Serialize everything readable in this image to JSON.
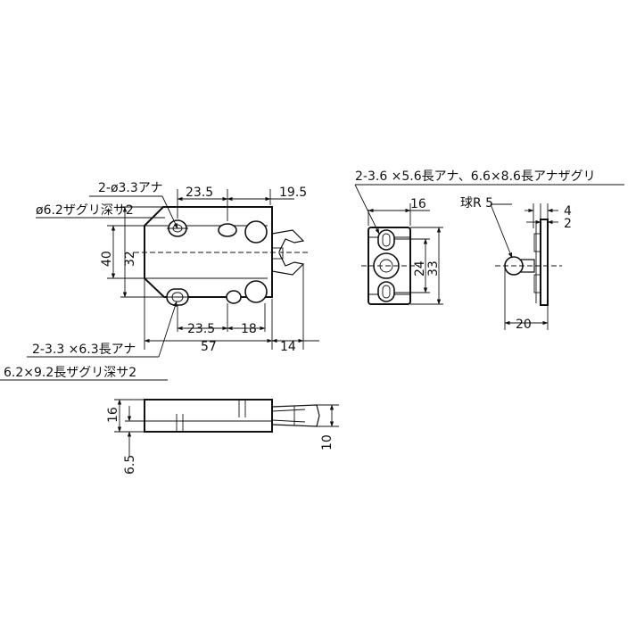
{
  "front_view": {
    "callout_top_1": "2-ø3.3アナ",
    "callout_top_2": "ø6.2ザグリ深サ2",
    "dim_top_a": "23.5",
    "dim_top_b": "19.5",
    "dim_left_outer": "40",
    "dim_left_inner": "32",
    "dim_bottom_a": "23.5",
    "dim_bottom_b": "18",
    "dim_bottom_total": "57",
    "dim_bottom_c": "14",
    "callout_bottom_1": "2-3.3 ×6.3長アナ",
    "callout_bottom_2": "6.2×9.2長ザグリ深サ2"
  },
  "side_view": {
    "dim_16": "16",
    "dim_6_5": "6.5",
    "dim_10": "10"
  },
  "strike_plate": {
    "callout": "2-3.6 ×5.6長アナ、6.6×8.6長アナザグリ",
    "dim_width": "16",
    "dim_inner": "24",
    "dim_outer": "33"
  },
  "ball_strike": {
    "callout": "球R 5",
    "dim_4": "4",
    "dim_2": "2",
    "dim_20": "20"
  }
}
